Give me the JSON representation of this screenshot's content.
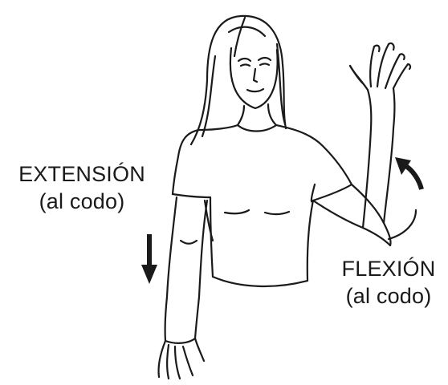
{
  "labels": {
    "extension": {
      "title": "EXTENSIÓN",
      "subtitle": "(al codo)"
    },
    "flexion": {
      "title": "FLEXIÓN",
      "subtitle": "(al codo)"
    }
  },
  "colors": {
    "ink": "#1a1a1a",
    "background": "#ffffff"
  },
  "icons": {
    "extension_arrow": "arrow-down-icon",
    "flexion_arrow": "curved-arrow-icon"
  }
}
